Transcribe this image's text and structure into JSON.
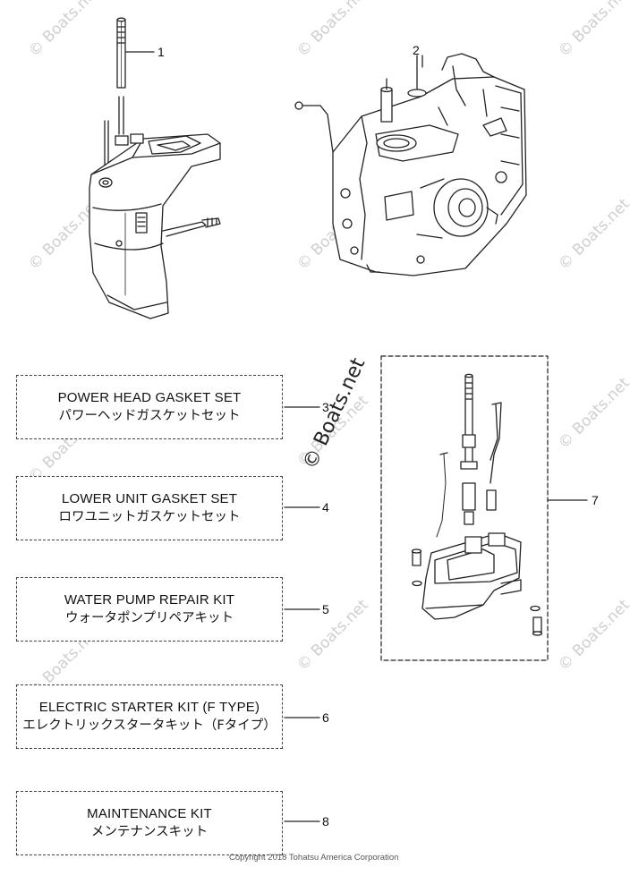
{
  "watermark": {
    "text": "© Boats.net",
    "center_text": "© Boats.net"
  },
  "callouts": {
    "c1": "1",
    "c2": "2",
    "c3": "3",
    "c4": "4",
    "c5": "5",
    "c6": "6",
    "c7": "7",
    "c8": "8"
  },
  "kits": [
    {
      "en": "POWER HEAD GASKET SET",
      "jp": "パワーヘッドガスケットセット"
    },
    {
      "en": "LOWER UNIT GASKET SET",
      "jp": "ロワユニットガスケットセット"
    },
    {
      "en": "WATER PUMP REPAIR KIT",
      "jp": "ウォータポンプリペアキット"
    },
    {
      "en": "ELECTRIC STARTER KIT (F TYPE)",
      "jp": "エレクトリックスタータキット（Fタイプ）"
    },
    {
      "en": "MAINTENANCE KIT",
      "jp": "メンテナンスキット"
    }
  ],
  "footer": {
    "copyright": "Copyright 2018 Tohatsu America Corporation"
  },
  "colors": {
    "line": "#222222",
    "watermark": "#cfcfcf"
  }
}
